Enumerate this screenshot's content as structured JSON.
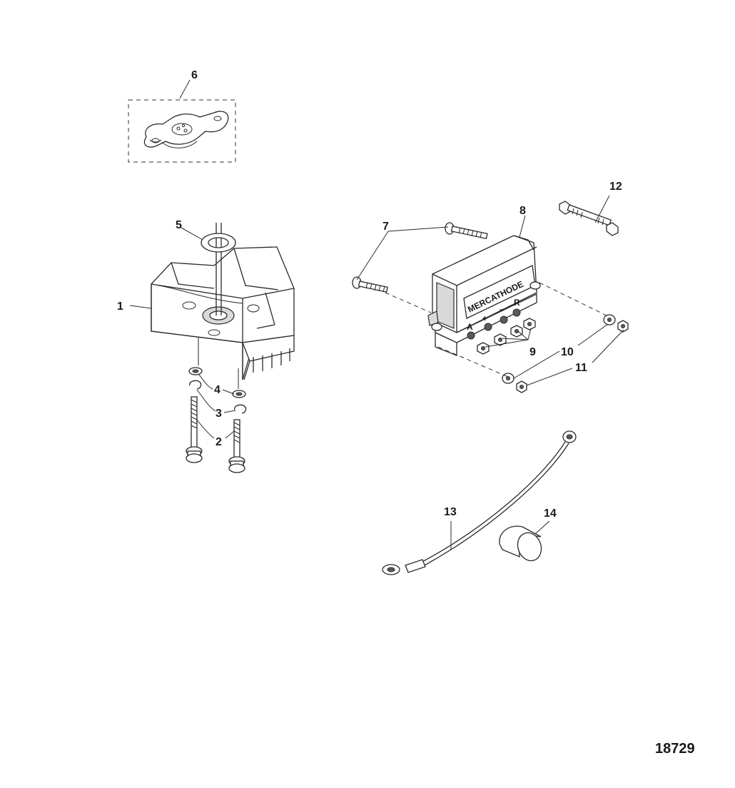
{
  "figure_number": "18729",
  "anode_text": "MERCATHODE",
  "terminal_marks": [
    "A",
    "+",
    "−",
    "R"
  ],
  "callouts": [
    {
      "id": "label-1",
      "text": "1"
    },
    {
      "id": "label-2",
      "text": "2"
    },
    {
      "id": "label-3",
      "text": "3"
    },
    {
      "id": "label-4",
      "text": "4"
    },
    {
      "id": "label-5",
      "text": "5"
    },
    {
      "id": "label-6",
      "text": "6"
    },
    {
      "id": "label-7",
      "text": "7"
    },
    {
      "id": "label-8",
      "text": "8"
    },
    {
      "id": "label-9",
      "text": "9"
    },
    {
      "id": "label-10",
      "text": "10"
    },
    {
      "id": "label-11",
      "text": "11"
    },
    {
      "id": "label-12",
      "text": "12"
    },
    {
      "id": "label-13",
      "text": "13"
    },
    {
      "id": "label-14",
      "text": "14"
    }
  ]
}
